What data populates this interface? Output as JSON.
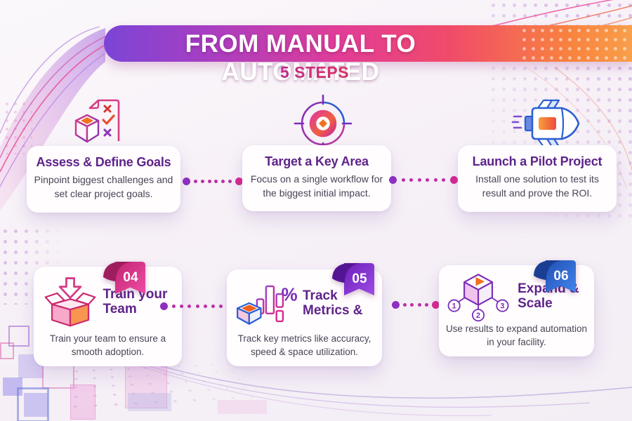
{
  "header": {
    "title": "FROM MANUAL TO AUTOMATED",
    "subtitle": "5 STEPS"
  },
  "steps": [
    {
      "title": "Assess & Define Goals",
      "description": "Pinpoint biggest challenges and set clear project goals.",
      "icon": "checklist-document-icon"
    },
    {
      "title": "Target a Key Area",
      "description": "Focus on a single workflow for the biggest initial impact.",
      "icon": "target-icon"
    },
    {
      "title": "Launch a Pilot Project",
      "description": "Install one solution to test its result and prove the ROI.",
      "icon": "rocket-icon"
    },
    {
      "title": "Train your Team",
      "description": "Train your team to ensure a smooth adoption.",
      "icon": "unboxing-icon",
      "badge": "04",
      "badge_color": "#e0338c"
    },
    {
      "title": "Track Metrics &",
      "description": "Track key metrics like accuracy, speed & space utilization.",
      "icon": "bar-chart-cube-icon",
      "badge": "05",
      "badge_color": "#8b35d6",
      "icon_symbol": "%"
    },
    {
      "title": "Expand & Scale",
      "description": "Use results to expand automation in your facility.",
      "icon": "scale-cube-icon",
      "badge": "06",
      "badge_color": "#2f6bd8",
      "icon_numbers": [
        "1",
        "2",
        "3"
      ]
    }
  ],
  "colors": {
    "banner_gradient": [
      "#7b45d6",
      "#b83dae",
      "#ef4775",
      "#f9863a"
    ],
    "subtitle_gradient": [
      "#a92f9f",
      "#e8333f"
    ],
    "card_title": "#5e2389",
    "body_text": "#4a4356",
    "connector_dot": "#bd2fa6",
    "divider_start": "#9b8cec",
    "divider_end": "#ef5e92"
  }
}
